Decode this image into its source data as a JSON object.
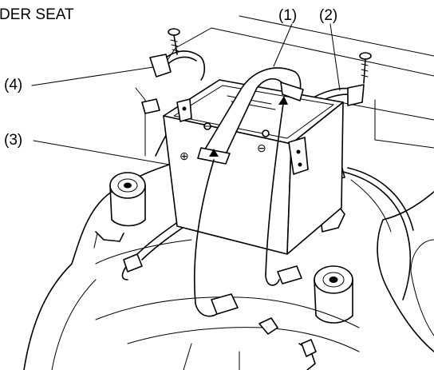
{
  "heading": "DER SEAT",
  "callouts": {
    "c1": "(1)",
    "c2": "(2)",
    "c3": "(3)",
    "c4": "(4)"
  }
}
